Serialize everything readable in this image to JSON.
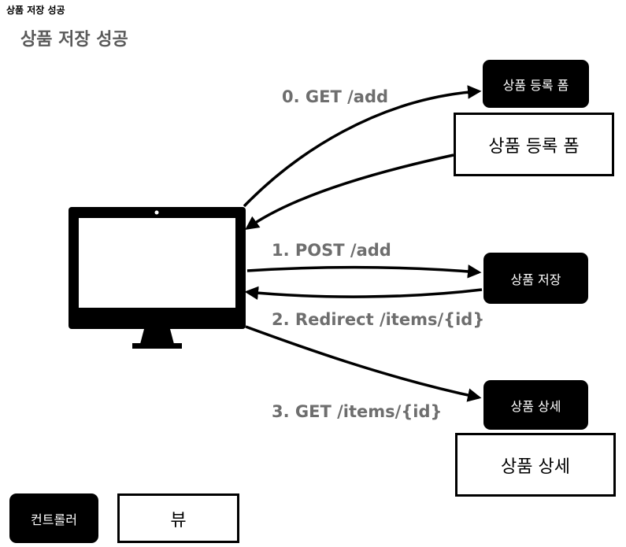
{
  "title_small": "상품 저장 성공",
  "title_large": "상품 저장 성공",
  "arrows": {
    "a0": "0. GET /add",
    "a1": "1. POST /add",
    "a2": "2. Redirect /items/{id}",
    "a3": "3. GET /items/{id}"
  },
  "nodes": {
    "form_controller": "상품 등록 폼",
    "form_view": "상품 등록 폼",
    "save_controller": "상품 저장",
    "detail_controller": "상품 상세",
    "detail_view": "상품 상세"
  },
  "legend": {
    "controller": "컨트롤러",
    "view": "뷰"
  },
  "colors": {
    "controller_bg": "#000000",
    "label_gray": "#6e6e6e",
    "title_gray": "#5a5a5a"
  }
}
